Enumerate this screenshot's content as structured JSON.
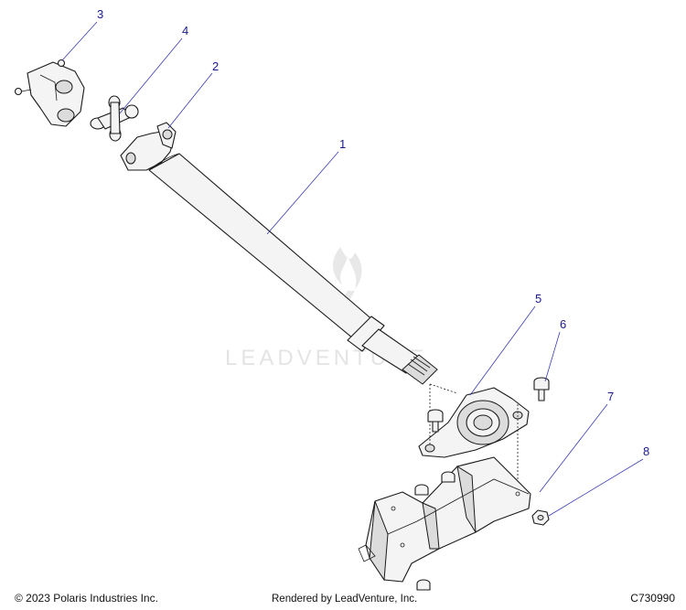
{
  "callouts": [
    {
      "id": "3",
      "label": "3",
      "part": "grease fitting"
    },
    {
      "id": "4",
      "label": "4",
      "part": "u-joint cross"
    },
    {
      "id": "2",
      "label": "2",
      "part": "yoke"
    },
    {
      "id": "1",
      "label": "1",
      "part": "prop shaft"
    },
    {
      "id": "5",
      "label": "5",
      "part": "center bearing"
    },
    {
      "id": "6",
      "label": "6",
      "part": "bolt"
    },
    {
      "id": "7",
      "label": "7",
      "part": "bracket"
    },
    {
      "id": "8",
      "label": "8",
      "part": "nut"
    }
  ],
  "watermark": "LEADVENTURE",
  "footer": {
    "copyright": "© 2023 Polaris Industries Inc.",
    "rendered_by": "Rendered by LeadVenture, Inc.",
    "drawing_id": "C730990"
  }
}
